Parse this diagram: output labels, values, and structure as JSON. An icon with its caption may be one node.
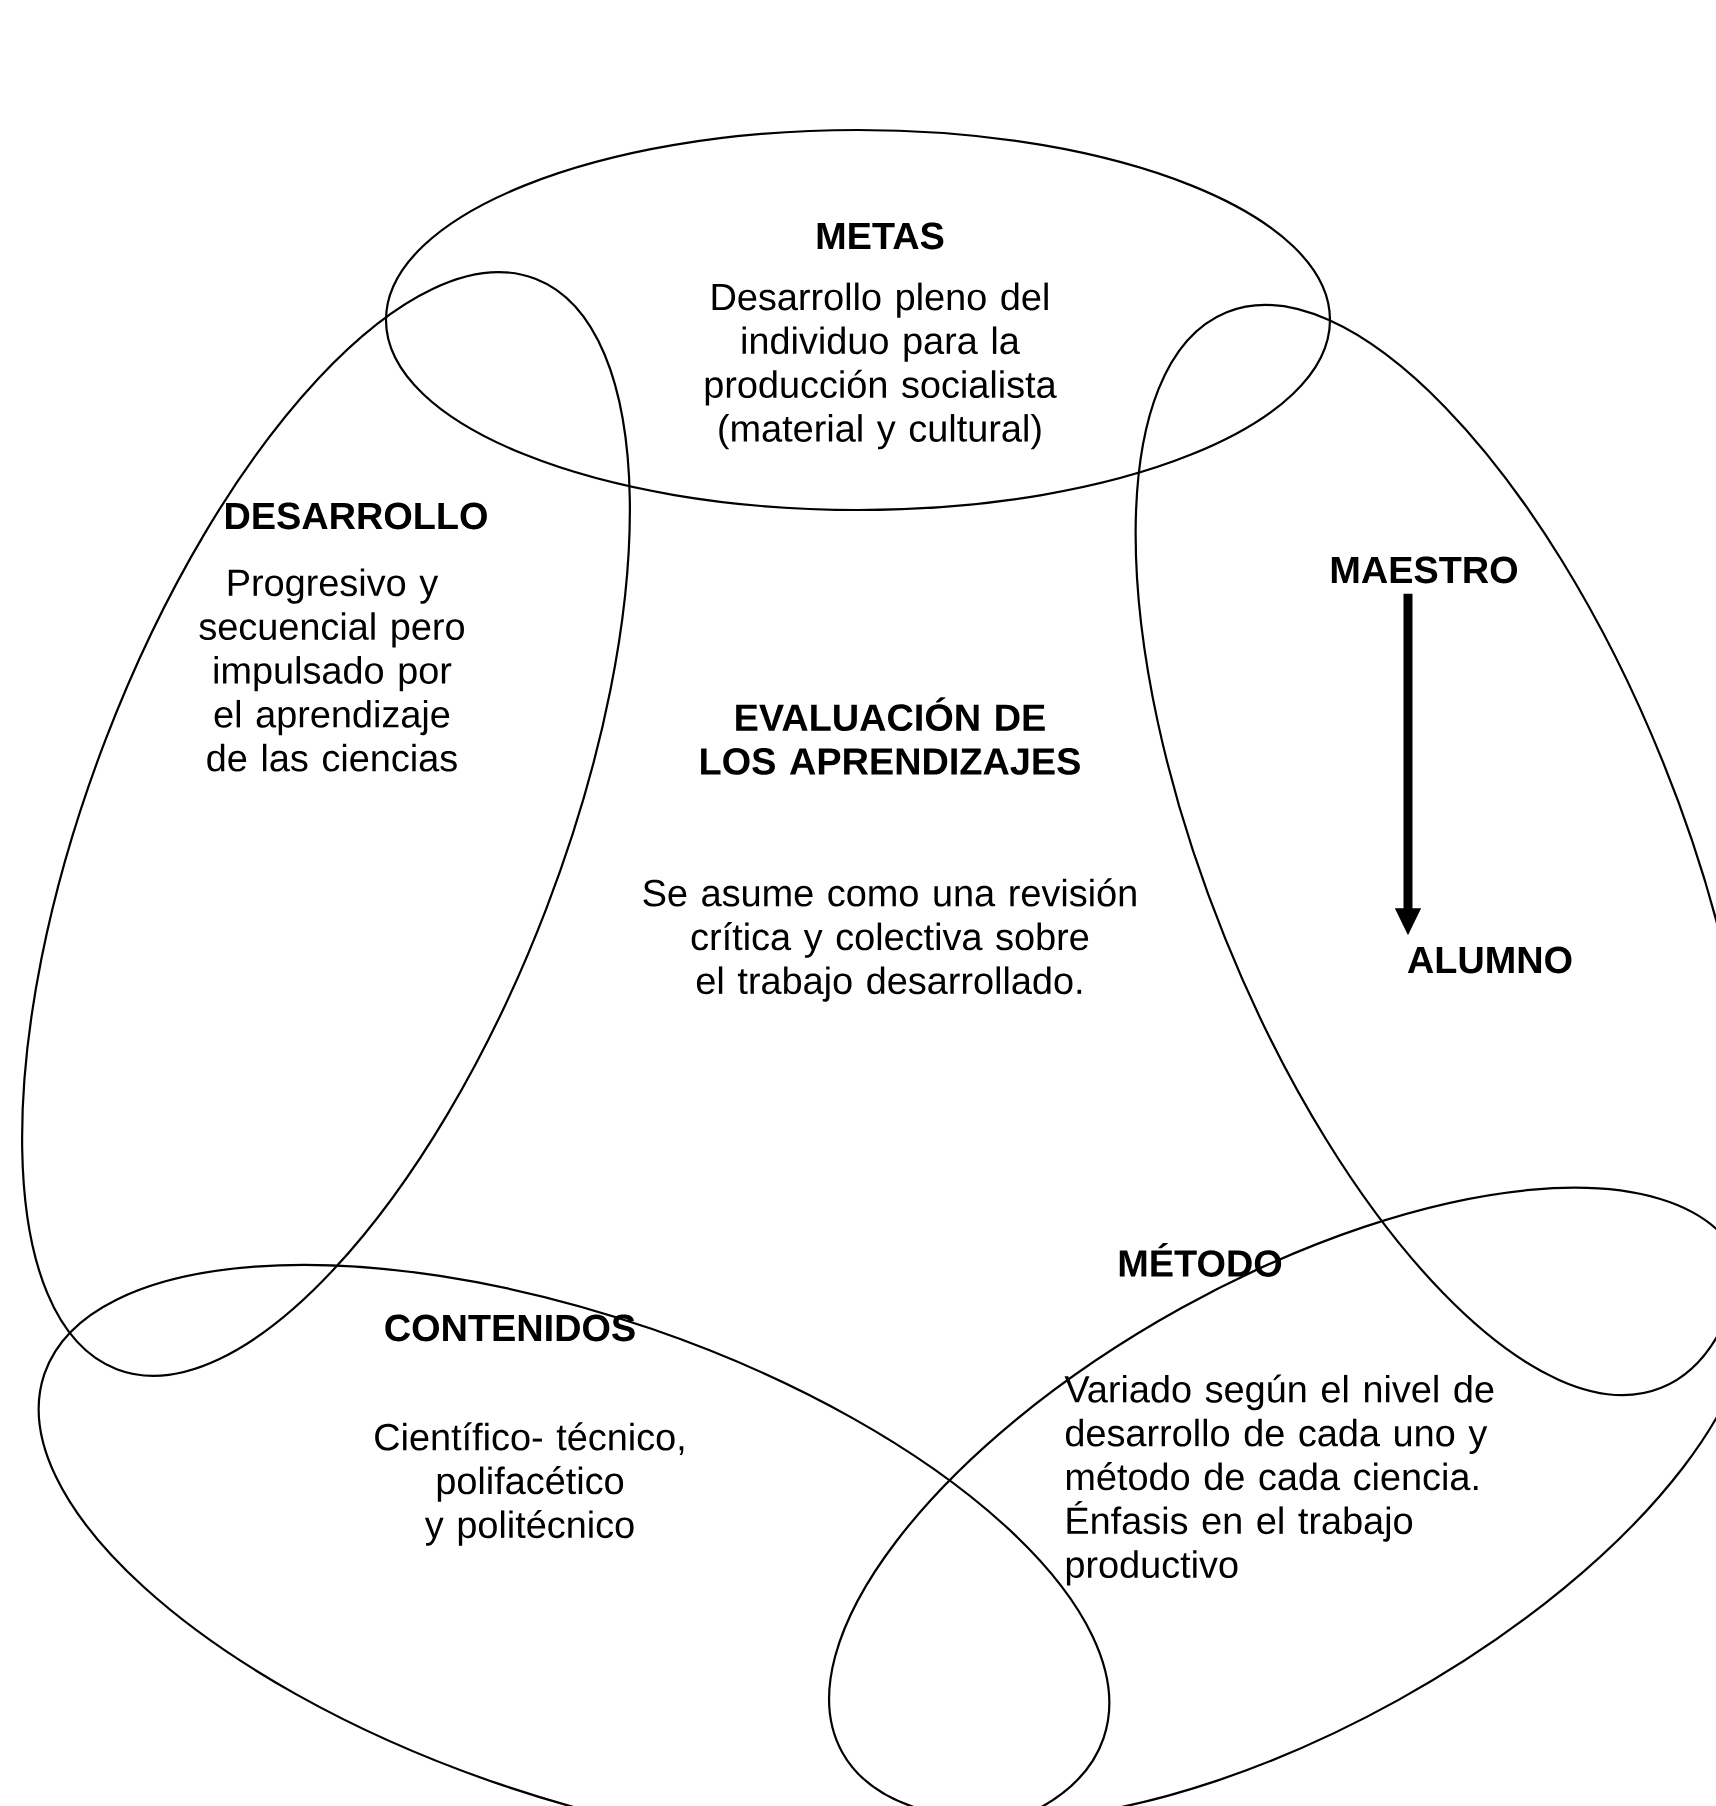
{
  "diagram": {
    "nodes": [
      {
        "text": [
          "METAS",
          "Desarrollo pleno del individuo para la producción socialista (material y cultural)"
        ]
      },
      {
        "text": [
          "DESARROLLO",
          "Progresivo y secuencial pero impulsado por el aprendizaje de las ciencias"
        ]
      },
      {
        "text": [],
        "shape": "ellipse"
      },
      {
        "text": [
          "MAESTRO"
        ],
        "in": 2
      },
      {
        "text": [
          "ALUMNO"
        ],
        "in": 2
      },
      {
        "text": [
          "CONTENIDOS",
          "Científico- técnico, polifacético y politécnico"
        ]
      },
      {
        "text": [
          "MÉTODO",
          "Variado según el nivel de desarrollo de cada uno y método de cada ciencia. Énfasis en el trabajo productivo"
        ]
      }
    ],
    "edges": [
      {
        "from": 3,
        "to": 4,
        "arrow": "to"
      }
    ],
    "labels": [
      "EVALUACIÓN DE LOS APRENDIZAJES",
      "Se asume como una revisión crítica y colectiva sobre el trabajo desarrollado."
    ]
  }
}
